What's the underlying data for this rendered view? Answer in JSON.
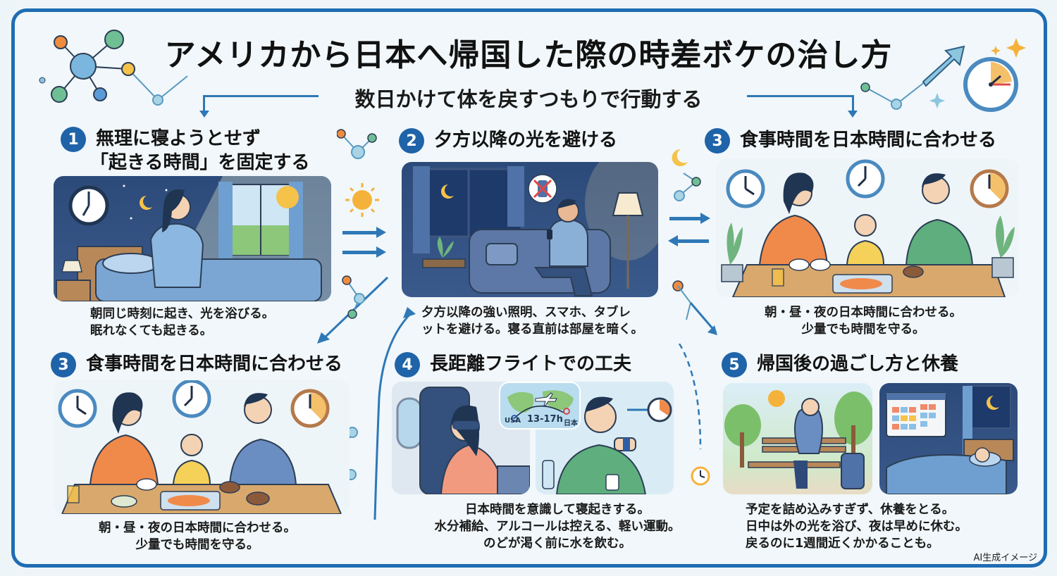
{
  "title": "アメリカから日本へ帰国した際の時差ボケの治し方",
  "subtitle": "数日かけて体を戻すつもりで行動する",
  "colors": {
    "frame": "#1f6db3",
    "badge": "#1f63a8",
    "background": "#f1f7fa",
    "night_scene": "#2c4a79",
    "accent_orange": "#f0a43a",
    "accent_green": "#5fae7e"
  },
  "steps": [
    {
      "number": "1",
      "title_line1": "無理に寝ようとせず",
      "title_line2": "「起きる時間」を固定する",
      "caption_line1": "朝同じ時刻に起き、光を浴びる。",
      "caption_line2": "眠れなくても起きる。",
      "illustration": "woman-waking-in-bed-sunlight"
    },
    {
      "number": "2",
      "title": "夕方以降の光を避ける",
      "caption_line1": "夕方以降の強い照明、スマホ、タブレ",
      "caption_line2": "ットを避ける。寝る直前は部屋を暗く。",
      "illustration": "man-on-sofa-with-phone-night",
      "badge_icon": "no-phone-icon"
    },
    {
      "number": "3",
      "title": "食事時間を日本時間に合わせる",
      "caption_line1": "朝・昼・夜の日本時間に合わせる。",
      "caption_line2": "少量でも時間を守る。",
      "illustration": "family-meal-with-clocks"
    },
    {
      "number": "3",
      "title": "食事時間を日本時間に合わせる",
      "caption_line1": "朝・昼・夜の日本時間に合わせる。",
      "caption_line2": "少量でも時間を守る。",
      "illustration": "family-meal-with-clocks"
    },
    {
      "number": "4",
      "title": "長距離フライトでの工夫",
      "caption_line1": "日本時間を意識して寝起きする。",
      "caption_line2": "水分補給、アルコールは控える、軽い運動。",
      "caption_line3": "のどが渇く前に水を飲む。",
      "illustration": "airplane-sleep-mask-and-watch",
      "map": {
        "from": "USA",
        "duration": "13-17h",
        "to": "日本"
      }
    },
    {
      "number": "5",
      "title": "帰国後の過ごし方と休養",
      "caption_line1": "予定を詰め込みすぎず、休養をとる。",
      "caption_line2": "日中は外の光を浴び、夜は早めに休む。",
      "caption_line3": "戻るのに1週間近くかかることも。",
      "illustration": "park-bench-and-bedroom-rest"
    }
  ],
  "footer_label": "AI生成イメージ"
}
